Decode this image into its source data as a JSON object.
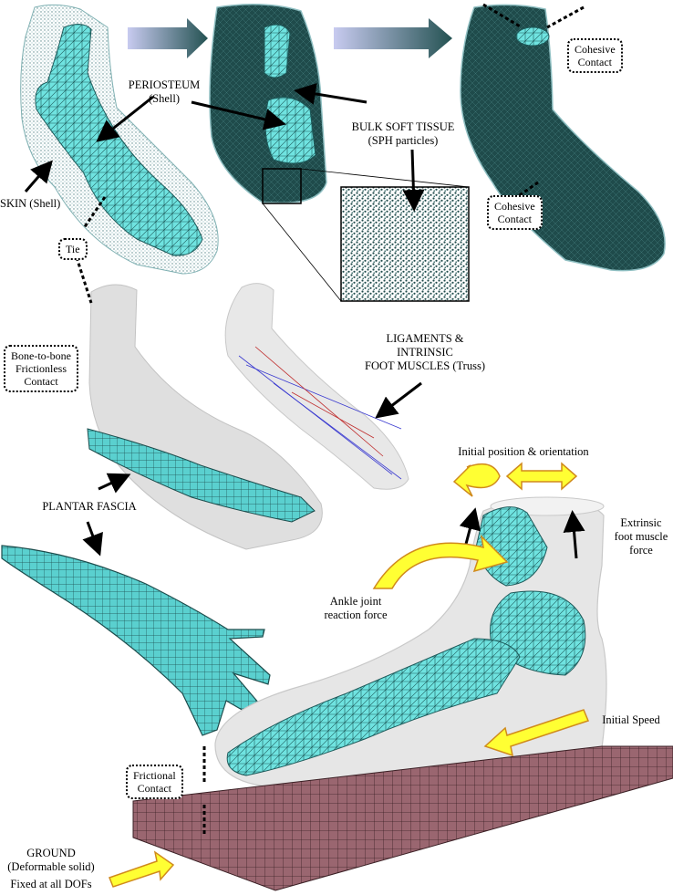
{
  "labels": {
    "periosteum_title": "PERIOSTEUM",
    "periosteum_type": "(Shell)",
    "bulk_title": "BULK SOFT TISSUE",
    "bulk_type": "(SPH particles)",
    "skin": "SKIN (Shell)",
    "tie": "Tie",
    "cohesive_1": [
      "Cohesive",
      "Contact"
    ],
    "cohesive_2": [
      "Cohesive",
      "Contact"
    ],
    "bone_contact": [
      "Bone-to-bone",
      "Frictionless",
      "Contact"
    ],
    "ligaments": [
      "LIGAMENTS &",
      "INTRINSIC",
      "FOOT MUSCLES (Truss)"
    ],
    "plantar_fascia": "PLANTAR FASCIA",
    "initial_position": "Initial position & orientation",
    "extrinsic": [
      "Extrinsic",
      "foot muscle",
      "force"
    ],
    "ankle_joint": [
      "Ankle joint",
      "reaction force"
    ],
    "initial_speed": "Initial Speed",
    "frictional_contact": [
      "Frictional",
      "Contact"
    ],
    "ground_title": "GROUND",
    "ground_type": "(Deformable solid)",
    "fixed": "Fixed at all DOFs"
  },
  "colors": {
    "bone": "#6fe3e0",
    "bone_dark": "#2a8f8f",
    "soft_tissue": "#1f4b4b",
    "skin_mesh": "#8fbfc2",
    "ground": "#9a6670",
    "ground_line": "#3a1f24",
    "arrow_yellow": "#ffff33",
    "arrow_yellow_edge": "#d08a1c",
    "gradient_arrow_start": "#b3b7e6",
    "gradient_arrow_end": "#245252",
    "ligament_blue": "#3b3bd0",
    "ligament_red": "#c03030"
  }
}
